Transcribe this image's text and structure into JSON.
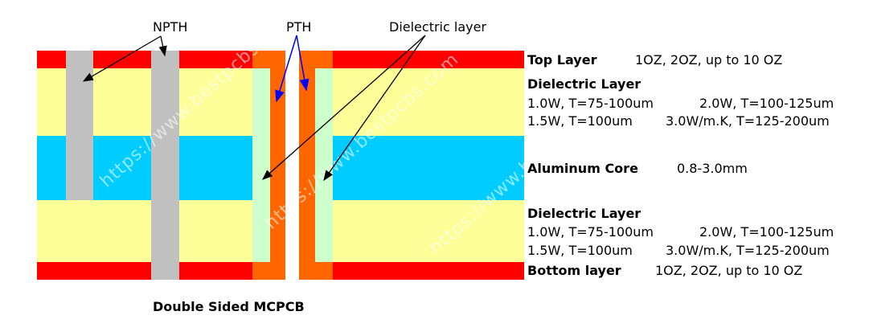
{
  "labels": {
    "npth": "NPTH",
    "pth": "PTH",
    "dielectric_layer": "Dielectric layer",
    "caption": "Double Sided MCPCB"
  },
  "legend": {
    "top_layer": {
      "name": "Top Layer",
      "value": "1OZ, 2OZ, up to 10 OZ"
    },
    "dielectric_upper": {
      "name": "Dielectric Layer",
      "line1a": "1.0W, T=75-100um",
      "line1b": "2.0W, T=100-125um",
      "line2a": "1.5W, T=100um",
      "line2b": "3.0W/m.K, T=125-200um"
    },
    "aluminum_core": {
      "name": "Aluminum Core",
      "value": "0.8-3.0mm"
    },
    "dielectric_lower": {
      "name": "Dielectric Layer",
      "line1a": "1.0W, T=75-100um",
      "line1b": "2.0W, T=100-125um",
      "line2a": "1.5W, T=100um",
      "line2b": "3.0W/m.K, T=125-200um"
    },
    "bottom_layer": {
      "name": "Bottom layer",
      "value": "1OZ, 2OZ, up to 10 OZ"
    }
  },
  "watermark": "https://www.bestpcbs.com",
  "colors": {
    "copper": "#ff0000",
    "dielectric": "#ffff99",
    "aluminum": "#00ccff",
    "hole": "#c0c0c0",
    "plating": "#ff6600",
    "hole_dielectric": "#ccffcc"
  }
}
